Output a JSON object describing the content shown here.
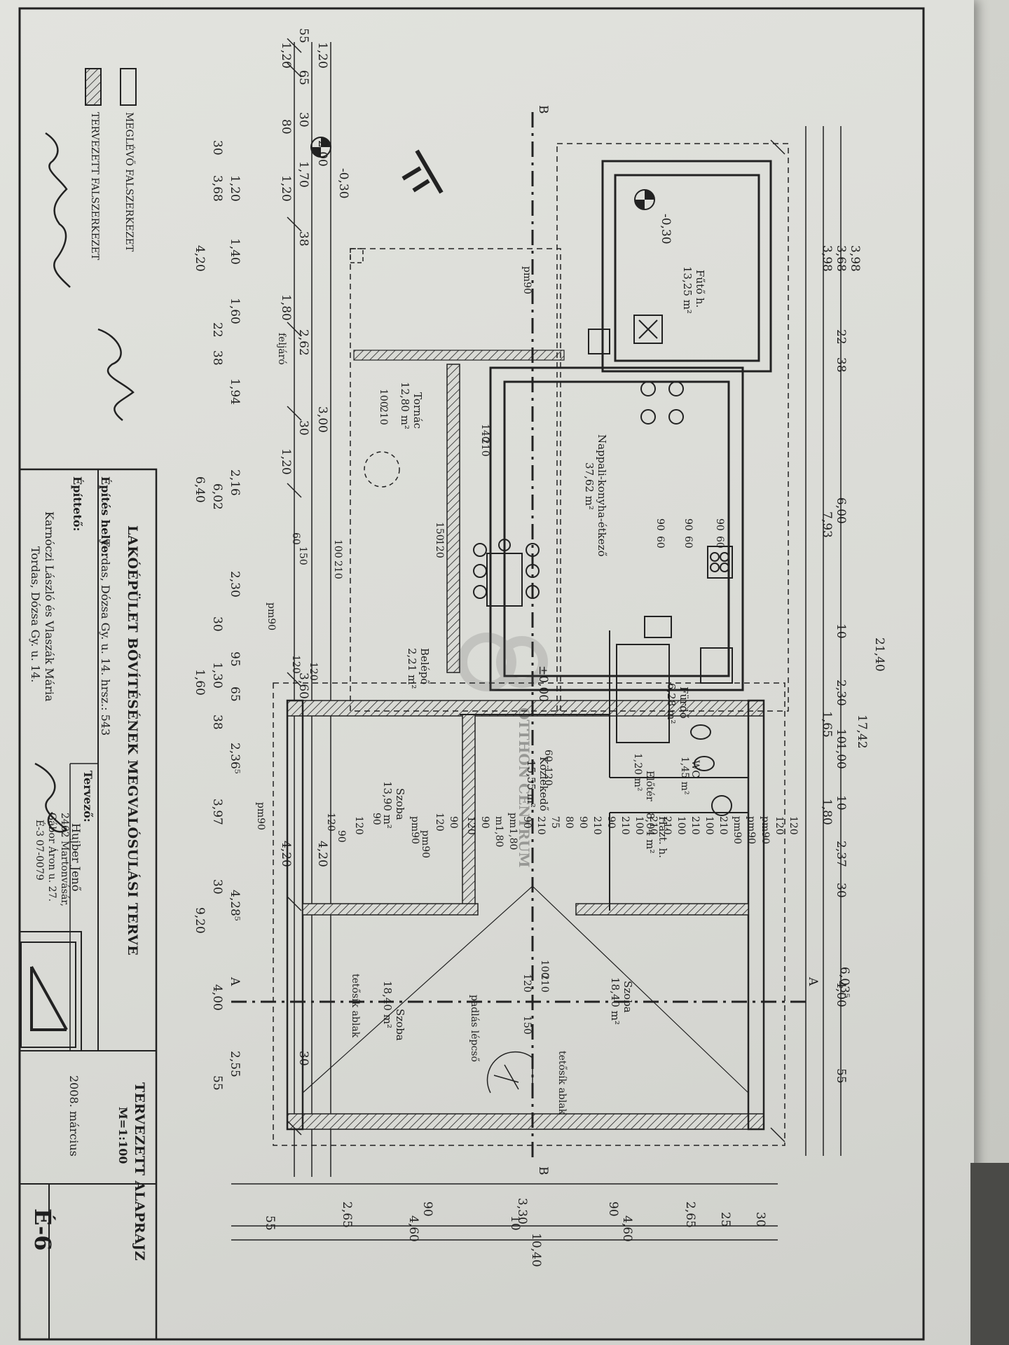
{
  "title_block": {
    "project_title": "LAKÓÉPÜLET BŐVÍTÉSÉNEK MEGVALÓSULÁSI TERVE",
    "site_label": "Építés helye:",
    "site_value": "Tordas, Dózsa Gy. u. 14. hrsz.: 543",
    "client_label": "Építtető:",
    "client_name": "Karnóczi László és Vlaszák Mária",
    "client_address": "Tordas, Dózsa Gy. u. 14.",
    "designer_label": "Tervező:",
    "designer_name": "Hujber Jenő",
    "designer_address_1": "2462 Martonvásár,",
    "designer_address_2": "Gábor Áron u. 27.",
    "designer_license": "É-3 07-0079",
    "drawing_title": "TERVEZETT ALAPRAJZ",
    "scale": "M=1:100",
    "date": "2008. március",
    "sheet_number": "É-6"
  },
  "legend": {
    "existing": "MEGLÉVŐ FALSZERKEZET",
    "planned": "TERVEZETT FALSZERKEZET"
  },
  "levels": {
    "outside": "-0,30",
    "boiler": "-0,30",
    "floor": "±0,00"
  },
  "labels": {
    "stair": "feljáró",
    "attic_stair": "padlás lépcső",
    "roof_window_1": "tetősík ablak",
    "roof_window_2": "tetősík ablak",
    "section_a": "A",
    "section_b": "B",
    "watermark": "OTTHON CENTRUM"
  },
  "rooms": [
    {
      "name": "Fűtő h.",
      "area": "13,25 m²"
    },
    {
      "name": "Nappali-konyha-étkező",
      "area": "37,62 m²"
    },
    {
      "name": "Tornác",
      "area": "12,80 m²"
    },
    {
      "name": "Belépő",
      "area": "2,21 m²"
    },
    {
      "name": "Fürdő",
      "area": "6,28 m²"
    },
    {
      "name": "WC",
      "area": "1,45 m²"
    },
    {
      "name": "Előtér",
      "area": "1,20 m²"
    },
    {
      "name": "Házt. h.",
      "area": "8,04 m²"
    },
    {
      "name": "Közlekedő",
      "area": "15,55 m²"
    },
    {
      "name": "Szoba",
      "area": "13,90 m²"
    },
    {
      "name": "Szoba",
      "area": "18,40 m²"
    },
    {
      "name": "Szoba",
      "area": "18,40 m²"
    }
  ],
  "dimensions": {
    "top_row1": [
      "1,20",
      "2,00",
      "3,00",
      "4,20"
    ],
    "top_row2": [
      "55",
      "65",
      "30",
      "1,70",
      "38",
      "2,62",
      "30",
      "3,60",
      "30"
    ],
    "top_row3": [
      "1,20",
      "80",
      "1,20",
      "1,80",
      "1,20",
      "4,20"
    ],
    "right_total": [
      "21,40",
      "17,42",
      "6,03⁵"
    ],
    "right_row": [
      "3,98",
      "3,68",
      "3,98",
      "22",
      "38",
      "6,00",
      "7,93",
      "10",
      "2,30",
      "1,65",
      "10",
      "1,00",
      "10",
      "1,80",
      "2,37",
      "30",
      "4,00",
      "55"
    ],
    "left_row": [
      "30",
      "1,20",
      "1,40",
      "1,60",
      "1,94",
      "2,16",
      "2,30",
      "95",
      "65",
      "2,36⁵",
      "3,97",
      "4,28⁵",
      "2,55"
    ],
    "left_row2": [
      "3,68",
      "22",
      "38",
      "6,02",
      "30",
      "1,30",
      "38",
      "30",
      "4,00",
      "55"
    ],
    "left_row3": [
      "4,20",
      "6,40",
      "1,60",
      "9,20"
    ],
    "bottom_row1": [
      "2,65",
      "90",
      "3,30",
      "90",
      "2,65"
    ],
    "bottom_row2": [
      "55",
      "4,60",
      "10",
      "4,60",
      "25",
      "30"
    ],
    "bottom_total": "10,40",
    "openings": [
      "60",
      "120",
      "100",
      "210",
      "120",
      "150",
      "pm90",
      "140",
      "210",
      "150",
      "120",
      "100",
      "210",
      "60",
      "150",
      "100",
      "210",
      "90",
      "60",
      "90",
      "60",
      "90",
      "60",
      "pm90",
      "120",
      "120",
      "pm90",
      "120",
      "90",
      "120",
      "90",
      "pm90",
      "pm90",
      "120",
      "90",
      "120",
      "90",
      "m1,80",
      "pm1,80",
      "90",
      "210",
      "75",
      "80",
      "90",
      "210",
      "90",
      "210",
      "100",
      "210",
      "210",
      "100",
      "210",
      "100",
      "210",
      "pm90",
      "pm90",
      "pm90",
      "120",
      "120"
    ]
  }
}
